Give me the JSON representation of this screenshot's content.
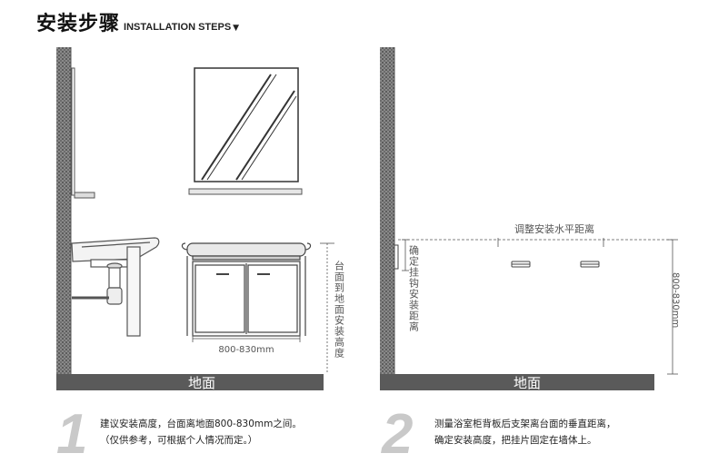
{
  "header": {
    "title_cn": "安装步骤",
    "title_en": "INSTALLATION STEPS",
    "arrow": "▼"
  },
  "step1": {
    "number": "1",
    "floor_label": "地面",
    "width_label": "800-830mm",
    "height_label": "台面到地面安装高度",
    "text_line1": "建议安装高度，台面离地面800-830mm之间。",
    "text_line2": "（仅供参考，可根据个人情况而定。）"
  },
  "step2": {
    "number": "2",
    "floor_label": "地面",
    "horizontal_label": "调整安装水平距离",
    "vertical_label": "确定挂钩安装距离",
    "height_label": "800-830mm",
    "text_line1": "测量浴室柜背板后支架离台面的垂直距离，",
    "text_line2": "确定安装高度，把挂片固定在墙体上。"
  },
  "colors": {
    "wall": "#7a7a7a",
    "floor": "#5a5a5a",
    "line": "#555555",
    "step_number": "#c9c9c9"
  }
}
